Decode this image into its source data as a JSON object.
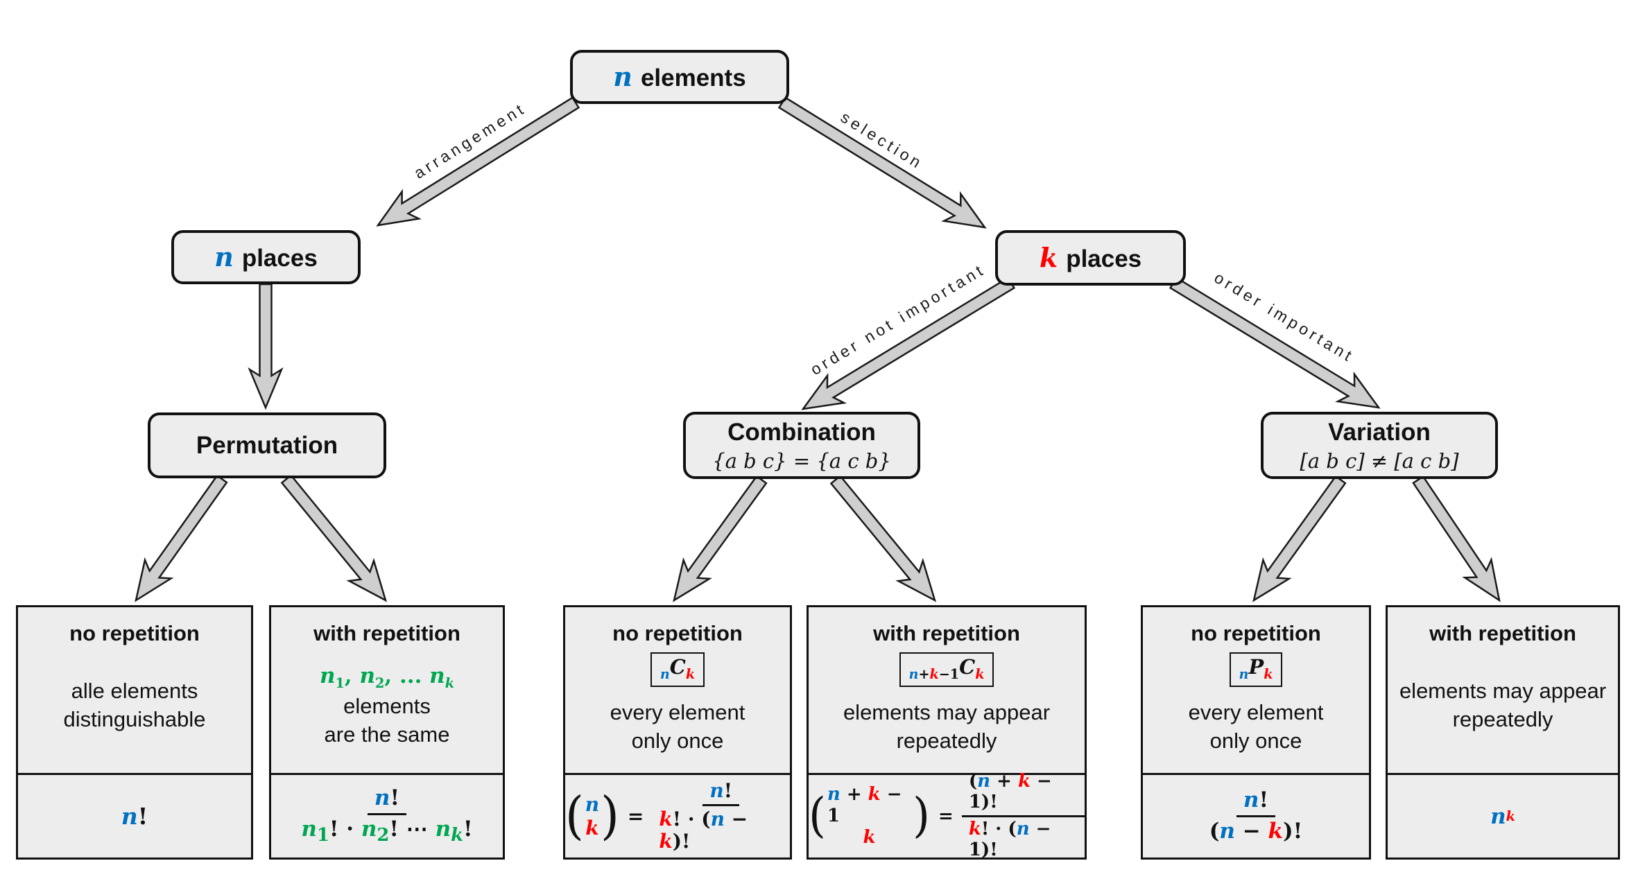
{
  "colors": {
    "blue": "#0070C0",
    "red": "#FF0000",
    "green": "#00A650",
    "box_fill": "#EDEDED",
    "arrow_fill": "#CFCFCF",
    "border": "#111111"
  },
  "nodes": {
    "root": {
      "var": "n",
      "label": "elements"
    },
    "n_places": {
      "var": "n",
      "label": "places"
    },
    "k_places": {
      "var": "k",
      "label": "places"
    },
    "permutation": {
      "title": "Permutation"
    },
    "combination": {
      "title": "Combination",
      "example": "{a b c} = {a c b}"
    },
    "variation": {
      "title": "Variation",
      "example": "[a b c] ≠ [a c b]"
    }
  },
  "edge_labels": {
    "arrangement": "arrangement",
    "selection": "selection",
    "order_not_important": "order not important",
    "order_important": "order important"
  },
  "cells": {
    "perm_no_rep": {
      "title": "no repetition",
      "desc1": "alle elements",
      "desc2": "distinguishable",
      "formula": {
        "n": "n",
        "bang": "!"
      }
    },
    "perm_with_rep": {
      "title": "with repetition",
      "desc": {
        "n1": "n",
        "s1": "1",
        "c1": ", ",
        "n2": "n",
        "s2": "2",
        "c2": ", ... ",
        "n3": "n",
        "s3": "k",
        "rest1": " elements",
        "rest2": "are the same"
      },
      "formula": {
        "num_n": "n",
        "num_bang": "!",
        "dn1": "n",
        "ds1": "1",
        "dop1": "! · ",
        "dn2": "n",
        "ds2": "2",
        "dop2": "! ⋯ ",
        "dn3": "n",
        "ds3": "k",
        "dbang": "!"
      }
    },
    "comb_no_rep": {
      "title": "no repetition",
      "badge": {
        "pre": "n",
        "letter": "C",
        "post": "k"
      },
      "desc1": "every element",
      "desc2": "only once",
      "formula": {
        "top": "n",
        "bot": "k",
        "eq": "=",
        "num_n": "n",
        "num_bang": "!",
        "den_k": "k",
        "den_o1": "! · (",
        "den_n": "n",
        "den_o2": " − ",
        "den_k2": "k",
        "den_o3": ")!"
      }
    },
    "comb_with_rep": {
      "title": "with repetition",
      "badge": {
        "pre_n": "n",
        "pre_p": "+",
        "pre_k": "k",
        "pre_m": "−1",
        "letter": "C",
        "post": "k"
      },
      "desc1": "elements may appear",
      "desc2": "repeatedly",
      "formula": {
        "t_n": "n",
        "t_o1": " + ",
        "t_k": "k",
        "t_o2": " − 1",
        "bot": "k",
        "eq": "=",
        "n_o1": "(",
        "n_n": "n",
        "n_o2": " + ",
        "n_k": "k",
        "n_o3": " − 1",
        "n_o4": ")!",
        "d_k": "k",
        "d_o1": "! · (",
        "d_n": "n",
        "d_o2": " − 1)!"
      }
    },
    "var_no_rep": {
      "title": "no repetition",
      "badge": {
        "pre": "n",
        "letter": "P",
        "post": "k"
      },
      "desc1": "every element",
      "desc2": "only once",
      "formula": {
        "num_n": "n",
        "num_bang": "!",
        "d_o1": "(",
        "d_n": "n",
        "d_o2": " − ",
        "d_k": "k",
        "d_o3": ")!"
      }
    },
    "var_with_rep": {
      "title": "with repetition",
      "desc1": "elements may appear",
      "desc2": "repeatedly",
      "formula": {
        "n": "n",
        "sup": "k"
      }
    }
  }
}
